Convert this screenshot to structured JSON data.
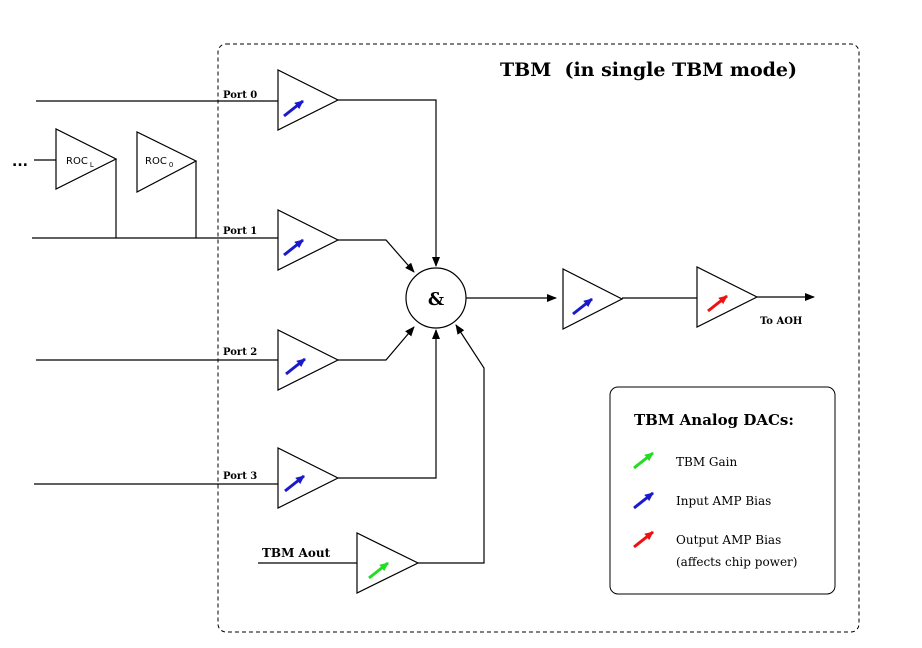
{
  "title": "TBM  (in single TBM mode)",
  "ports": {
    "p0": "Port 0",
    "p1": "Port 1",
    "p2": "Port 2",
    "p3": "Port 3"
  },
  "rocs": {
    "rocL_main": "ROC",
    "rocL_sub": "L",
    "roc0_main": "ROC",
    "roc0_sub": "0",
    "ellipsis": "..."
  },
  "combiner_symbol": "&",
  "output_label": "To AOH",
  "aout_label": "TBM Aout",
  "legend": {
    "title": "TBM Analog DACs:",
    "items": [
      {
        "label": "TBM Gain",
        "color": "#22dd22"
      },
      {
        "label": "Input AMP Bias",
        "color": "#1a1acc"
      },
      {
        "label": "Output AMP Bias",
        "color": "#ee1111"
      }
    ],
    "note": "(affects chip power)"
  },
  "colors": {
    "gain": "#22dd22",
    "input_bias": "#1a1acc",
    "output_bias": "#ee1111"
  }
}
